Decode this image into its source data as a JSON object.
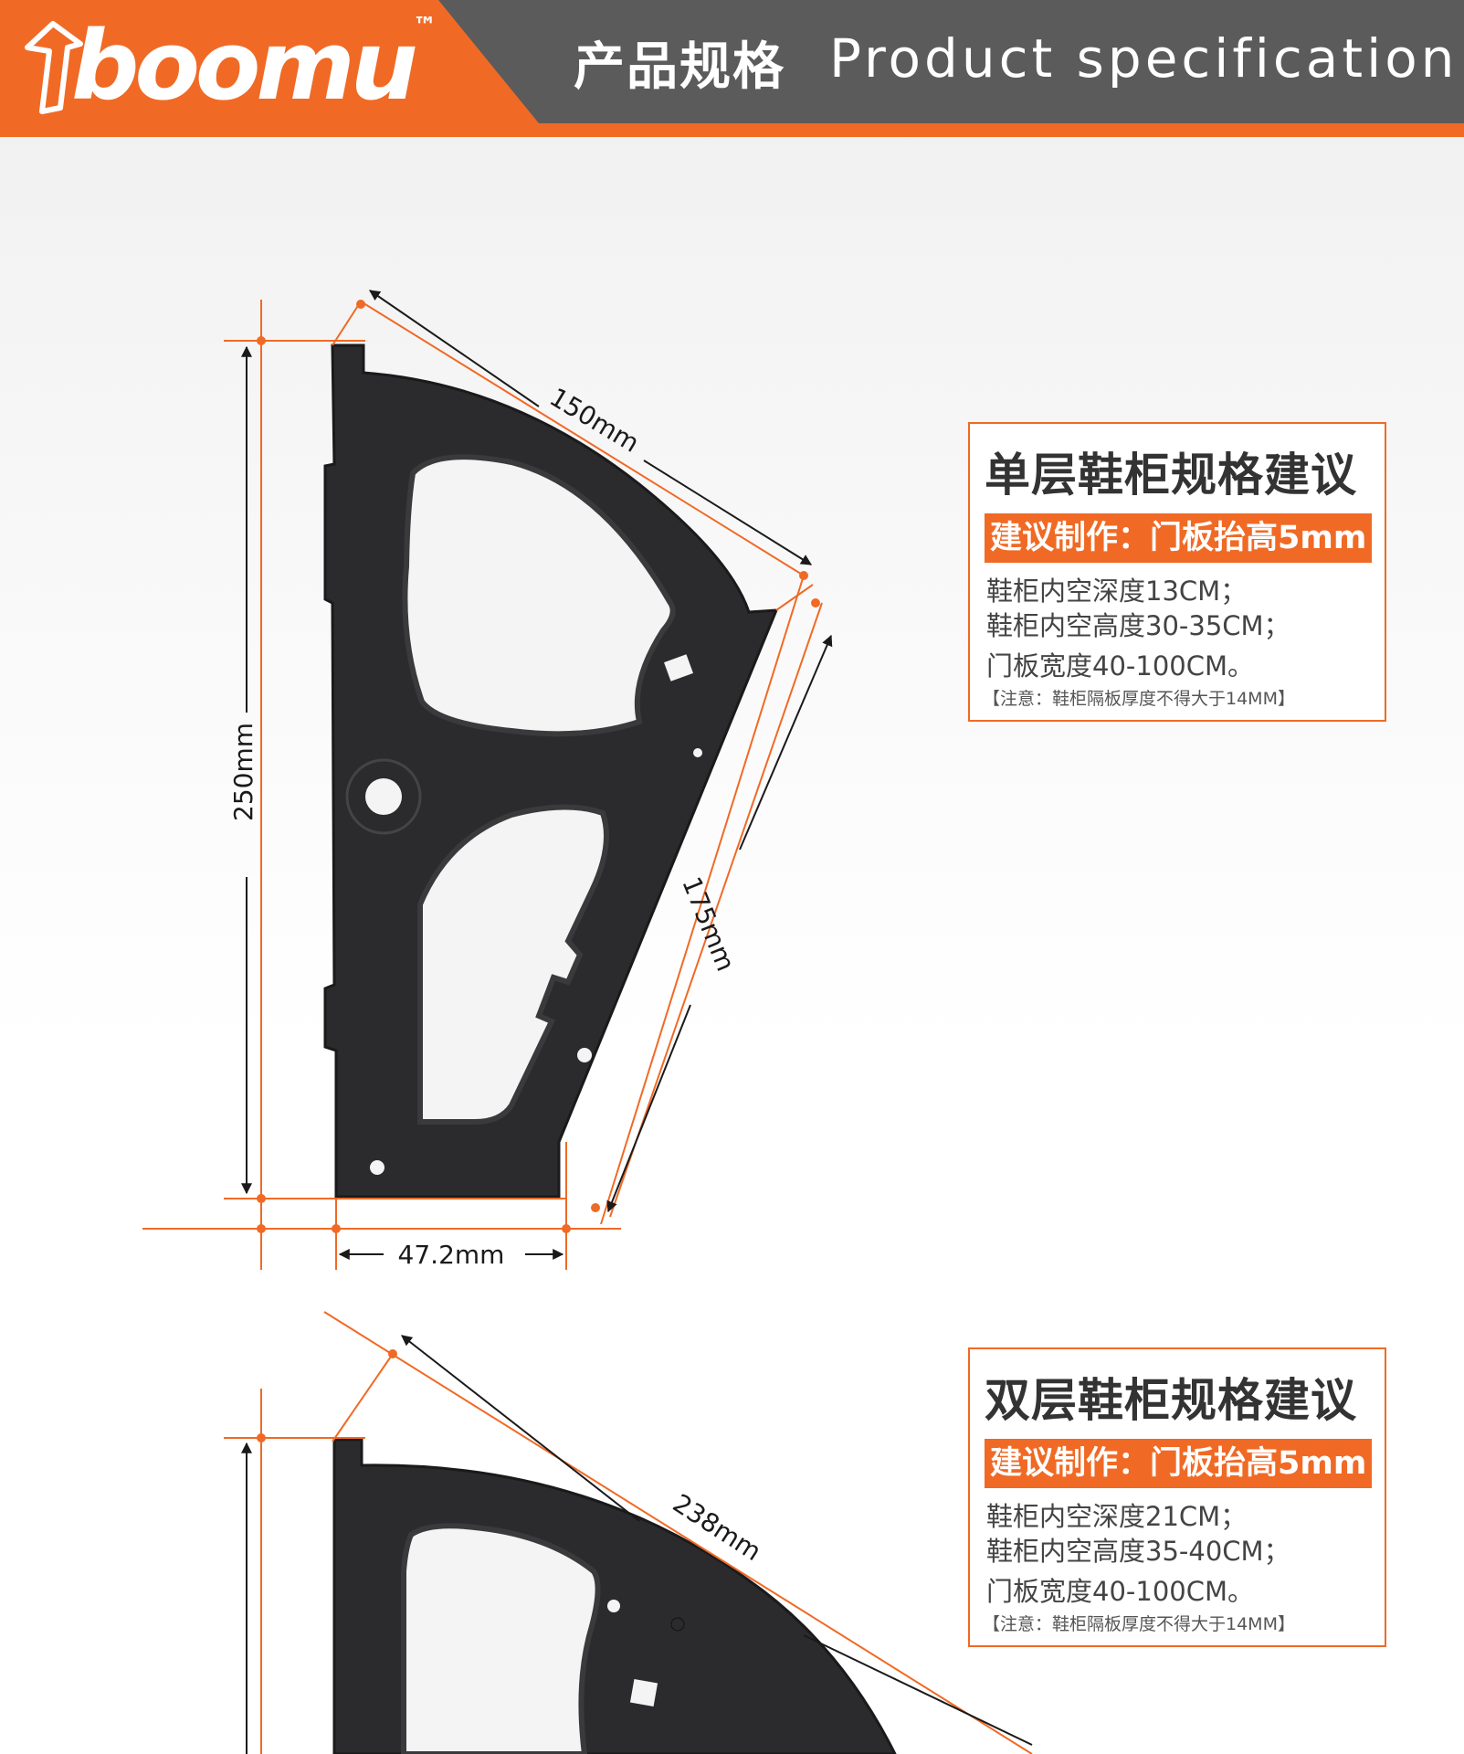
{
  "brand": {
    "logo_text": "boomu",
    "trademark": "™"
  },
  "header": {
    "title_cn": "产品规格",
    "title_en": "Product specification"
  },
  "colors": {
    "accent": "#f06a25",
    "header_dark": "#5b5b5b",
    "bracket": "#2b2b2d",
    "text_dark": "#333333"
  },
  "diagram_single": {
    "dims": {
      "arc": "150mm",
      "height": "250mm",
      "slant": "175mm",
      "base": "47.2mm"
    }
  },
  "diagram_double": {
    "dims": {
      "arc": "238mm"
    }
  },
  "specs": [
    {
      "heading": "单层鞋柜规格建议",
      "banner": "建议制作：门板抬高5mm",
      "lines": [
        "鞋柜内空深度13CM；",
        "鞋柜内空高度30-35CM；",
        "门板宽度40-100CM。"
      ],
      "note": "【注意：鞋柜隔板厚度不得大于14MM】"
    },
    {
      "heading": "双层鞋柜规格建议",
      "banner": "建议制作：门板抬高5mm",
      "lines": [
        "鞋柜内空深度21CM；",
        "鞋柜内空高度35-40CM；",
        "门板宽度40-100CM。"
      ],
      "note": "【注意：鞋柜隔板厚度不得大于14MM】"
    }
  ]
}
